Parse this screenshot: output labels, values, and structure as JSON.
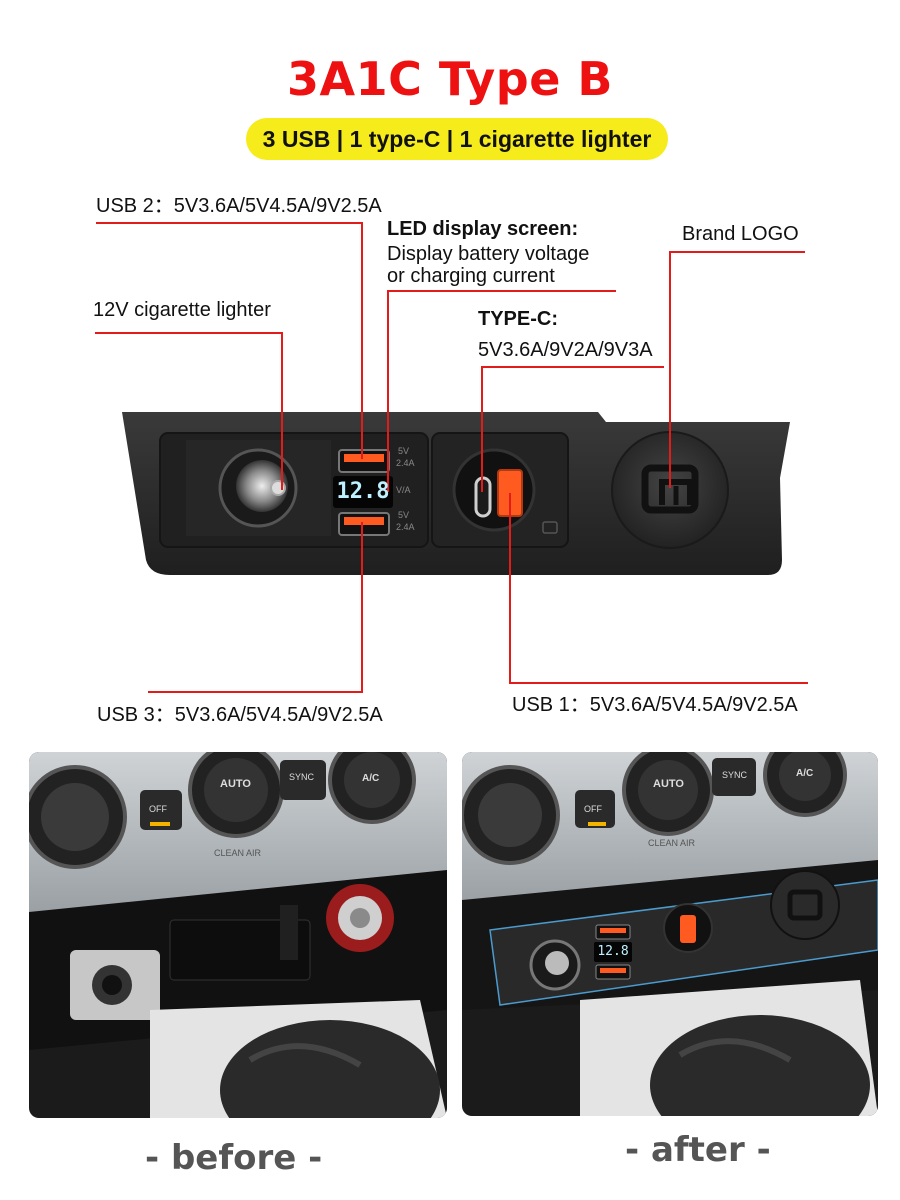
{
  "header": {
    "title": "3A1C Type B",
    "subtitle": "3 USB | 1 type-C | 1 cigarette lighter"
  },
  "labels": {
    "usb2": "USB 2：5V3.6A/5V4.5A/9V2.5A",
    "led_title": "LED display screen:",
    "led_line1": "Display battery voltage",
    "led_line2": "or charging current",
    "brand_logo": "Brand LOGO",
    "lighter": "12V cigarette lighter",
    "typec_title": "TYPE-C:",
    "typec_spec": "5V3.6A/9V2A/9V3A",
    "usb3": "USB 3：5V3.6A/5V4.5A/9V2.5A",
    "usb1": "USB 1：5V3.6A/5V4.5A/9V2.5A"
  },
  "panel": {
    "display_value": "12.8",
    "usb_top_marking": [
      "5V",
      "2.4A"
    ],
    "display_marking": "V/A",
    "usb_bottom_marking": [
      "5V",
      "2.4A"
    ]
  },
  "photos": {
    "before": {
      "knob_auto": "AUTO",
      "button_off": "OFF",
      "button_sync": "SYNC",
      "knob_ac": "A/C",
      "clean_air": "CLEAN AIR"
    },
    "after": {
      "knob_auto": "AUTO",
      "button_off": "OFF",
      "button_sync": "SYNC",
      "knob_ac": "A/C",
      "clean_air": "CLEAN AIR",
      "display_value": "12.8"
    }
  },
  "captions": {
    "before": "- before -",
    "after": "- after -"
  },
  "colors": {
    "title": "#ee1111",
    "highlight": "#f6ec1c",
    "leader_line": "#e21b1b",
    "panel": "#2b2b2b",
    "usb_orange": "#ff5a1f",
    "led_blue": "#bff0ff"
  }
}
